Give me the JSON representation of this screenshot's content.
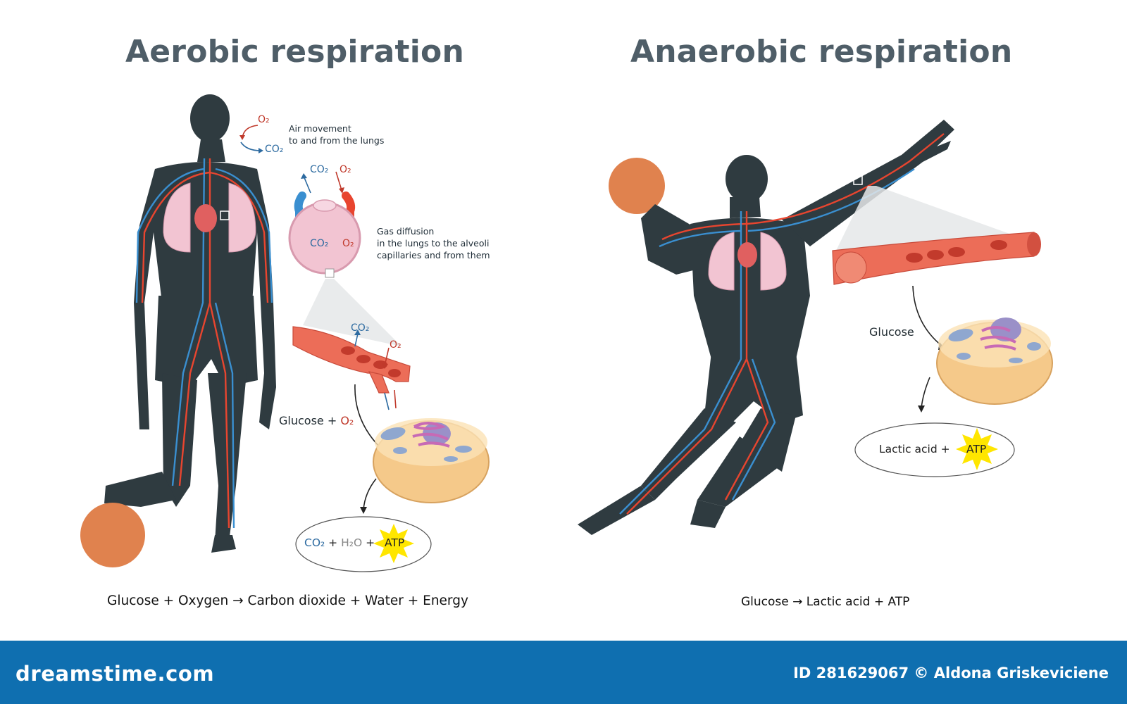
{
  "aerobic": {
    "title": "Aerobic respiration",
    "air_label_1": "Air movement",
    "air_label_2": "to and from the lungs",
    "o2": "O₂",
    "co2": "CO₂",
    "diffusion_1": "Gas diffusion",
    "diffusion_2": "in the lungs to the alveoli",
    "diffusion_3": "capillaries and from them",
    "glucose_o2_a": "Glucose + ",
    "glucose_o2_b": "O₂",
    "products": {
      "co2": "CO₂",
      "plus1": " + ",
      "h2o": "H₂O",
      "plus2": " + ",
      "atp": "ATP"
    },
    "equation": "Glucose + Oxygen → Carbon dioxide + Water + Energy"
  },
  "anaerobic": {
    "title": "Anaerobic respiration",
    "glucose": "Glucose",
    "products": {
      "lactic": "Lactic acid + ",
      "atp": "ATP"
    },
    "equation": "Glucose → Lactic acid + ATP"
  },
  "footer": {
    "brand": "dreamstime.com",
    "id": "ID 281629067 © Aldona Griskeviciene"
  },
  "colors": {
    "silhouette": "#2f3b40",
    "artery": "#e8452f",
    "vein": "#3a8fd0",
    "lung": "#f2c4d2",
    "ball": "#e0824e",
    "atp": "#ffe600",
    "footer": "#0f6fb0",
    "title": "#4f5e68"
  },
  "icons": [
    "basketball-icon",
    "lungs-icon",
    "cell-icon",
    "blood-vessel-icon",
    "alveolus-icon",
    "atp-burst-icon"
  ]
}
